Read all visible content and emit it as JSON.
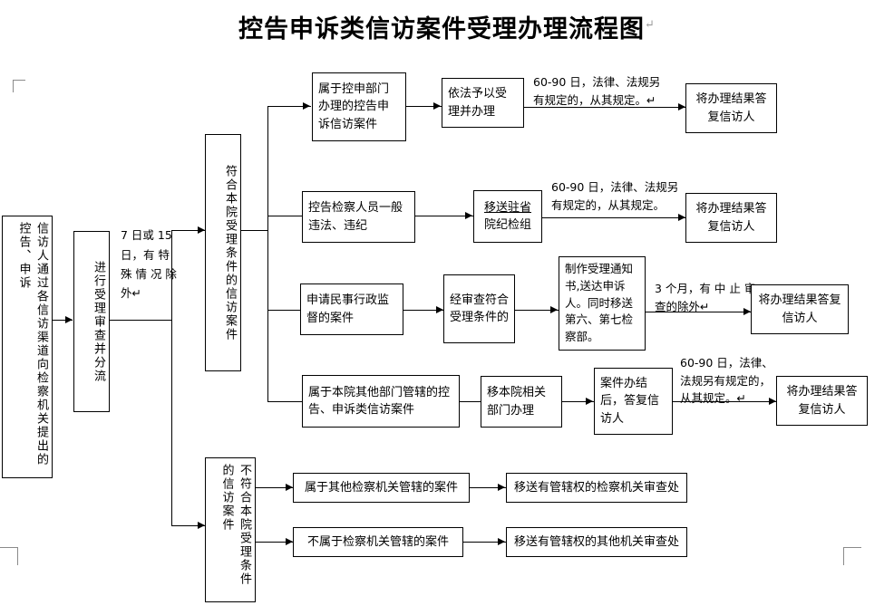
{
  "page": {
    "title": "控告申诉类信访案件受理办理流程图",
    "pilcrow": "↵"
  },
  "nodes": {
    "intake": "信访人通过各信访渠道向检察机关提出的控告、申诉",
    "review": "进行受理审查并分流",
    "accepted": "符合本院受理条件的信访案件",
    "rejected": "不符合本院受理条件的信访案件",
    "r1_a": "属于控申部门办理的控告申诉信访案件",
    "r1_b": "依法予以受理并办理",
    "r1_c": "将办理结果答复信访人",
    "r2_a": "控告检察人员一般违法、违纪",
    "r2_b_line1": "移送驻省",
    "r2_b_line2": "院纪检组",
    "r2_c": "将办理结果答复信访人",
    "r3_a": "申请民事行政监督的案件",
    "r3_b": "经审查符合受理条件的",
    "r3_c": "制作受理通知书,送达申诉人。同时移送第六、第七检察部。",
    "r3_d": "将办理结果答复信访人",
    "r4_a": "属于本院其他部门管辖的控告、申诉类信访案件",
    "r4_b": "移本院相关部门办理",
    "r4_c": "案件办结后，答复信访人",
    "r4_d": "将办理结果答复信访人",
    "b1_a": "属于其他检察机关管辖的案件",
    "b1_b": "移送有管辖权的检察机关审查处",
    "b2_a": "不属于检察机关管辖的案件",
    "b2_b": "移送有管辖权的其他机关审查处"
  },
  "notes": {
    "deadline_intake": "7 日或 15 日，有 特 殊 情 况 除 外↵",
    "deadline_r1": "60-90 日，法律、法规另\n有规定的，从其规定。↵",
    "deadline_r2": "60-90 日，法律、法规另\n有规定的，从其规定。",
    "deadline_r3": "3 个月，有 中 止 审\n查的除外↵",
    "deadline_r4": "60-90 日，法律、\n法规另有规定的，\n从其规定。↵"
  }
}
